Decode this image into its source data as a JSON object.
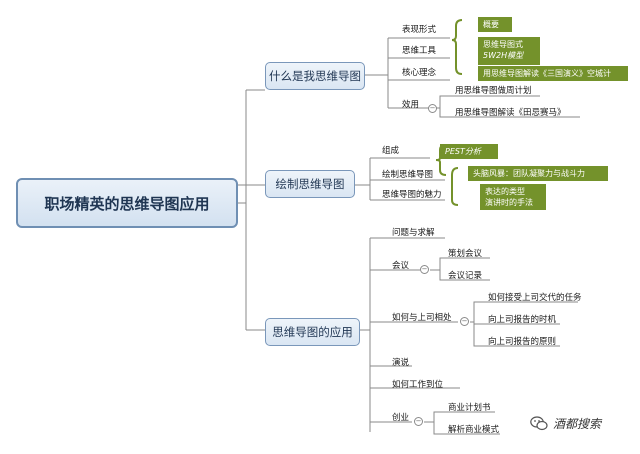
{
  "root": "职场精英的思维导图应用",
  "branches": {
    "what": "什么是我思维导图",
    "draw": "绘制思维导图",
    "apply": "思维导图的应用"
  },
  "what_children": {
    "form": "表现形式",
    "tools": "思维工具",
    "core": "核心理念",
    "use": "效用",
    "use_plan": "用思维导图做周计划",
    "use_horse": "用思维导图解读《田忌赛马》"
  },
  "what_callouts": {
    "overview": "概要",
    "formula_a": "思维导图式",
    "formula_b": "5W2H模型",
    "threekingdoms": "用思维导图解读《三国演义》空城计"
  },
  "draw_children": {
    "compose": "组成",
    "drawing": "绘制思维导图",
    "charm": "思维导图的魅力"
  },
  "draw_callouts": {
    "pest": "PEST分析",
    "brainstorm": "头脑风暴：团队凝聚力与战斗力",
    "speech_a": "表达的类型",
    "speech_b": "演讲时的手法"
  },
  "apply_children": {
    "problem": "问题与求解",
    "meeting": "会议",
    "meeting_plan": "策划会议",
    "meeting_record": "会议记录",
    "boss": "如何与上司相处",
    "boss_task": "如何接受上司交代的任务",
    "boss_timing": "向上司报告的时机",
    "boss_principle": "向上司报告的原则",
    "speech": "演说",
    "work": "如何工作到位",
    "startup": "创业",
    "startup_plan": "商业计划书",
    "startup_model": "解析商业模式"
  },
  "toggle_symbol": "−",
  "watermark": "酒都搜索",
  "colors": {
    "green": "#74922b",
    "line": "#8a8a8a",
    "node_border": "#7a97ba"
  },
  "icons": {
    "watermark": "wechat-icon"
  }
}
